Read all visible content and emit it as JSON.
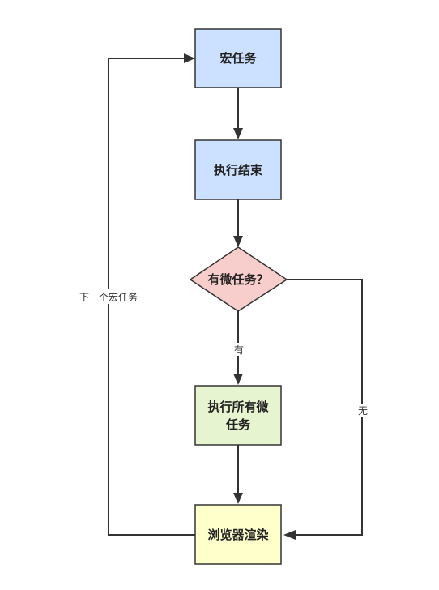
{
  "nodes": {
    "macro_task": {
      "label": "宏任务",
      "fill": "#cce0ff"
    },
    "execute_end": {
      "label": "执行结束",
      "fill": "#cce0ff"
    },
    "has_micro": {
      "label": "有微任务？",
      "fill": "#f8cecc"
    },
    "run_micro": {
      "line1": "执行所有微",
      "line2": "任务",
      "fill": "#e6f5d0"
    },
    "render": {
      "label": "浏览器渲染",
      "fill": "#ffffcc"
    }
  },
  "edges": {
    "yes_label": "有",
    "no_label": "无",
    "next_label": "下一个宏任务"
  },
  "colors": {
    "stroke": "#333333"
  }
}
